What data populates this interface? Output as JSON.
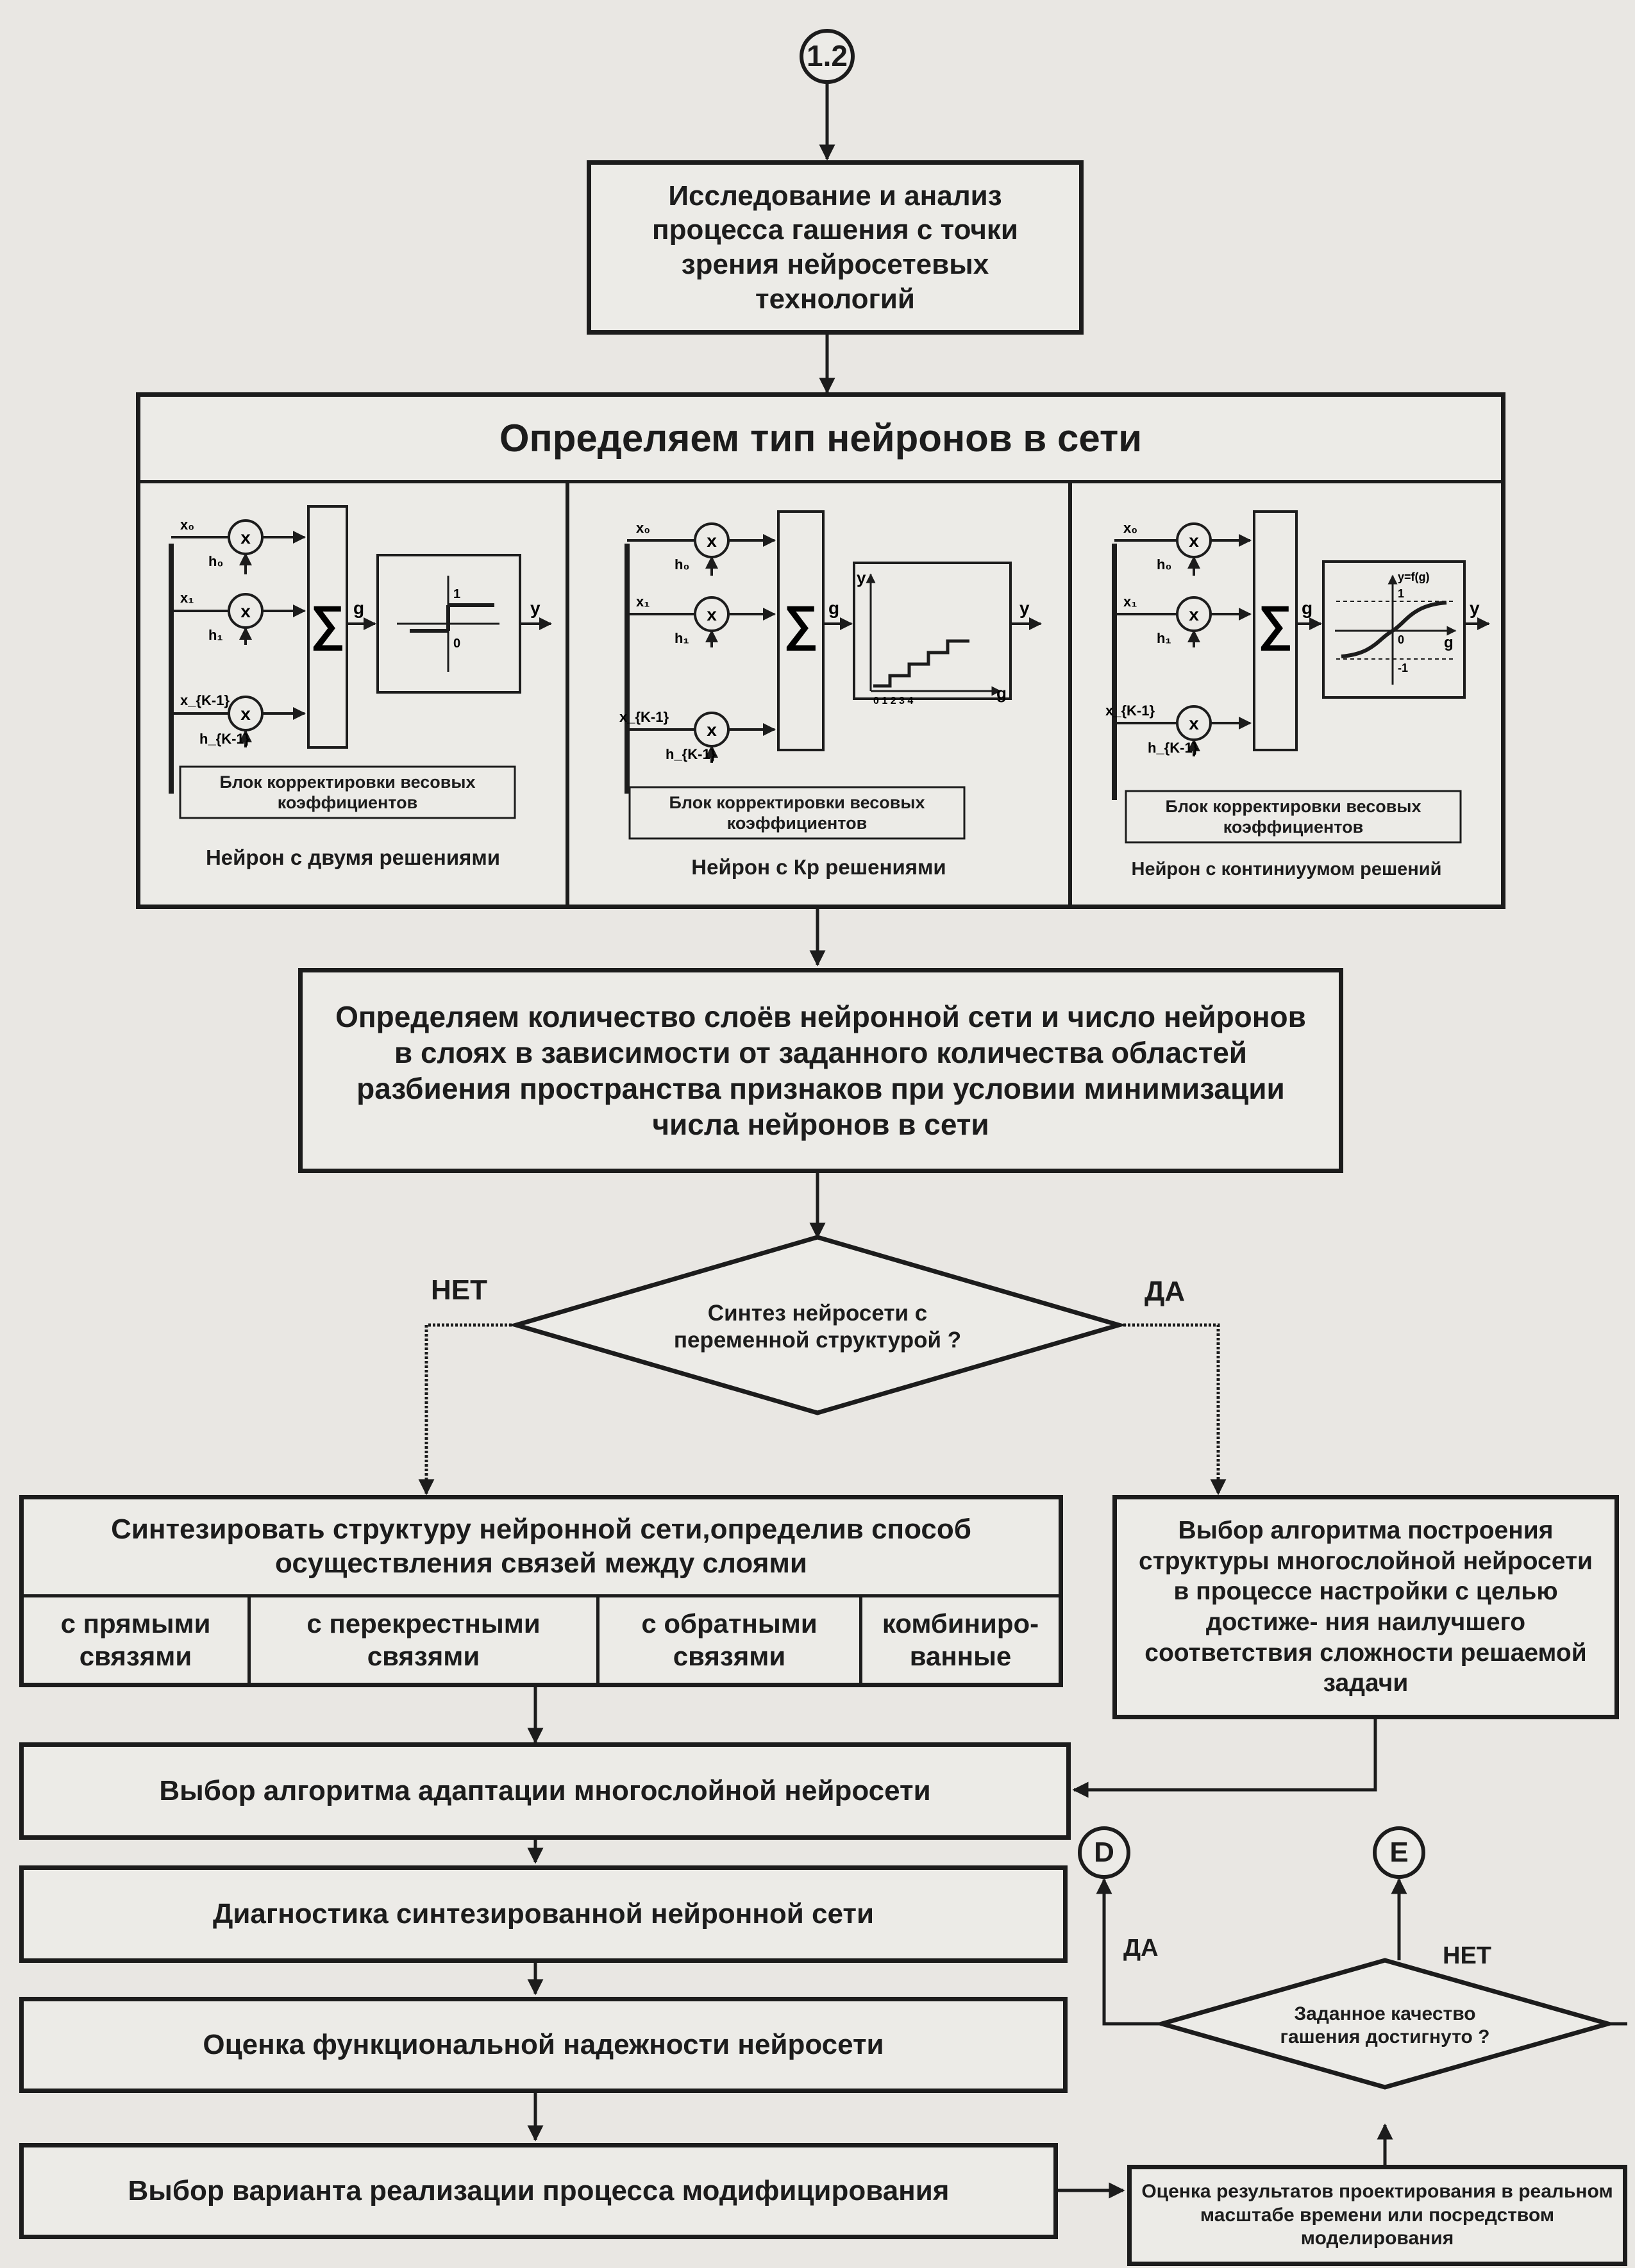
{
  "start_connector": "1.2",
  "block_study": "Исследование и анализ процесса гашения с точки зрения нейросетевых технологий",
  "neuron_types": {
    "title": "Определяем тип нейронов в сети",
    "inputs": {
      "x0": "x₀",
      "x1": "x₁",
      "xk1": "x_{K-1}",
      "h0": "h₀",
      "h1": "h₁",
      "hk1": "h_{K-1}",
      "mult": "x",
      "g": "g",
      "y": "y"
    },
    "panel_1": {
      "correction_block": "Блок корректировки весовых коэффициентов",
      "caption": "Нейрон с двумя решениями",
      "axis_one": "1",
      "axis_zero": "0"
    },
    "panel_2": {
      "correction_block": "Блок корректировки весовых коэффициентов",
      "caption": "Нейрон с Кр решениями",
      "ticks": "0 1 2 3 4"
    },
    "panel_3": {
      "correction_block": "Блок корректировки весовых коэффициентов",
      "caption": "Нейрон с континиуумом решений",
      "func": "y=f(g)",
      "plus_one": "1",
      "zero": "0",
      "minus_one": "-1"
    }
  },
  "block_layers": "Определяем количество слоёв нейронной сети и число нейронов в слоях в зависимости от заданного количества областей разбиения пространства признаков при условии минимизации числа нейронов в сети",
  "decision_structure": {
    "text": "Синтез нейросети с переменной структурой ?",
    "no": "НЕТ",
    "yes": "ДА"
  },
  "block_synthesis": {
    "title": "Синтезировать структуру нейронной сети,определив способ осуществления связей между слоями",
    "options": [
      "с прямыми связями",
      "с перекрестными связями",
      "с обратными связями",
      "комбиниро- ванные"
    ]
  },
  "block_choose_algorithm": "Выбор алгоритма построения структуры многослойной нейросети в процессе настройки с целью достиже- ния наилучшего соответствия сложности решаемой задачи",
  "block_adaptation": "Выбор алгоритма адаптации многослойной нейросети",
  "block_diagnostics": "Диагностика синтезированной нейронной сети",
  "block_reliability": "Оценка функциональной надежности нейросети",
  "block_variant": "Выбор варианта реализации процесса модифицирования",
  "block_evaluation": "Оценка результатов проектирования в реальном масштабе времени или посредством моделирования",
  "decision_quality": {
    "text": "Заданное качество гашения достигнуто ?",
    "yes": "ДА",
    "no": "НЕТ"
  },
  "connector_d": "D",
  "connector_e": "E"
}
